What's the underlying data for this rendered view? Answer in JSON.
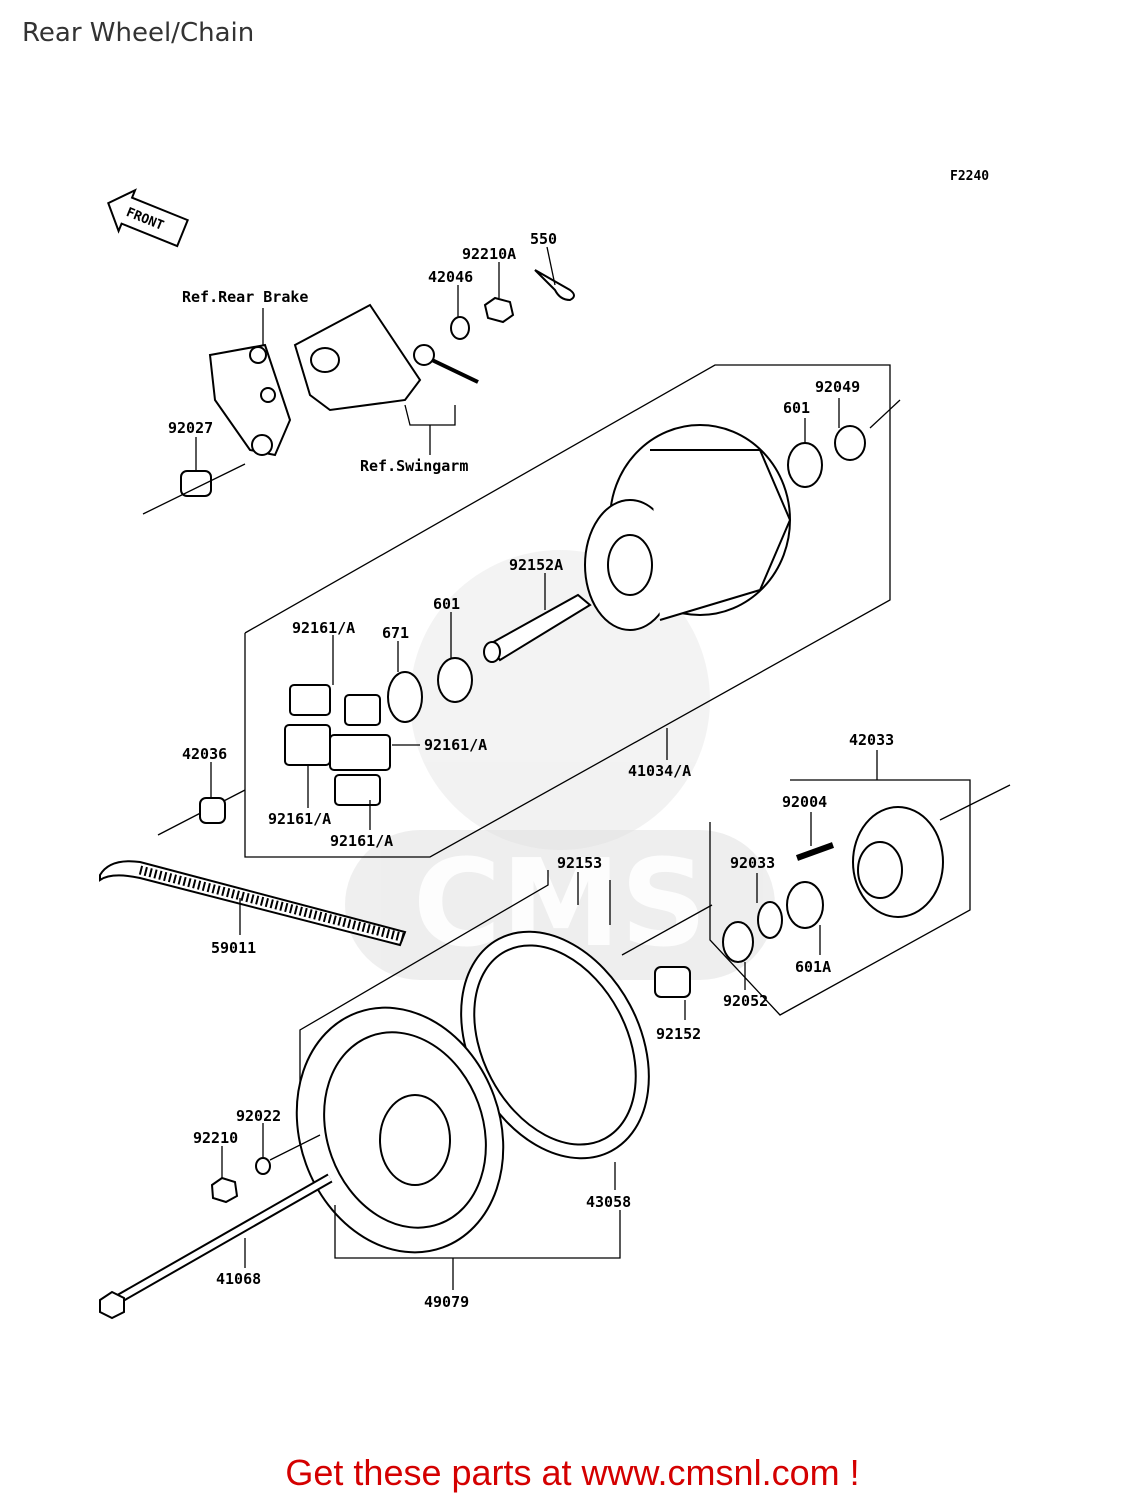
{
  "header": {
    "title": "Rear Wheel/Chain"
  },
  "diagram": {
    "code": "F2240",
    "front_badge": "FRONT",
    "watermark": "CMS",
    "references": {
      "rear_brake": "Ref.Rear Brake",
      "swingarm": "Ref.Swingarm"
    },
    "parts": {
      "p550": "550",
      "p92210A": "92210A",
      "p42046": "42046",
      "p92027": "92027",
      "p92049": "92049",
      "p601_top": "601",
      "p92152A": "92152A",
      "p601_mid": "601",
      "p92161A_top": "92161/A",
      "p671": "671",
      "p42036": "42036",
      "p92161A_right": "92161/A",
      "p92161A_bl": "92161/A",
      "p92161A_bottom": "92161/A",
      "p41034A": "41034/A",
      "p42033": "42033",
      "p92004": "92004",
      "p92033": "92033",
      "p92153": "92153",
      "p59011": "59011",
      "p601A": "601A",
      "p92052": "92052",
      "p92152": "92152",
      "p92022": "92022",
      "p92210": "92210",
      "p43058": "43058",
      "p41068": "41068",
      "p49079": "49079"
    }
  },
  "footer": {
    "text": "Get these parts at www.cmsnl.com !"
  }
}
